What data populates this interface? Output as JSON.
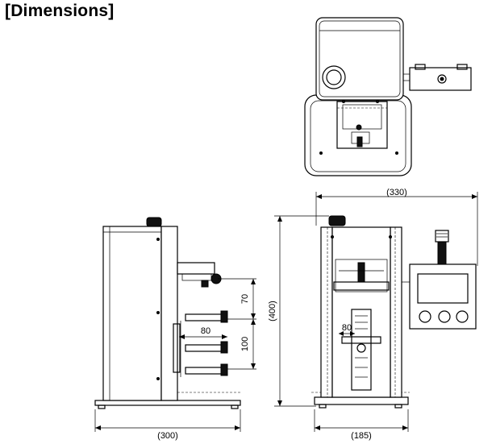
{
  "heading": "[Dimensions]",
  "dimensions": {
    "top_width": "(330)",
    "height": "(400)",
    "front_width": "(185)",
    "side_depth": "(300)",
    "gap_upper": "70",
    "gap_lower": "100",
    "side_span": "80",
    "front_span": "80"
  }
}
